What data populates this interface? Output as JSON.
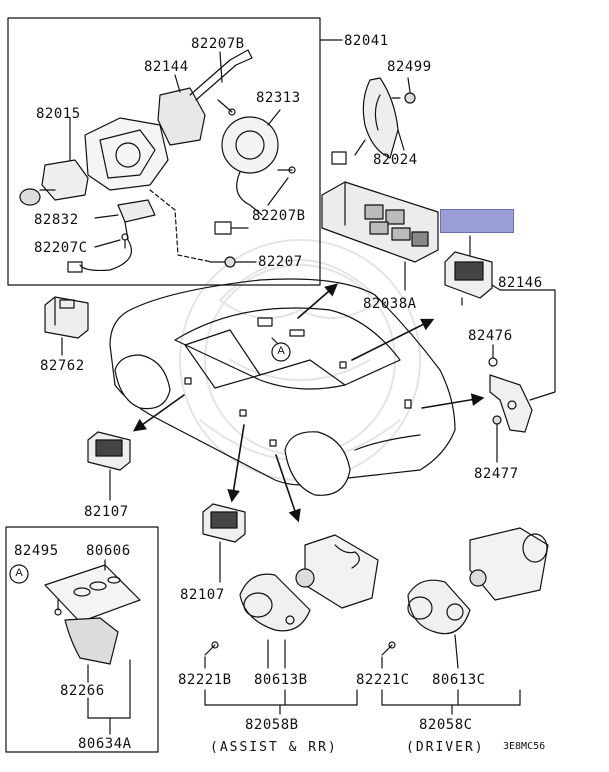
{
  "diagram": {
    "parts": {
      "p82041": "82041",
      "p82207b_a": "82207B",
      "p82144": "82144",
      "p82313": "82313",
      "p82015": "82015",
      "p82207b_b": "82207B",
      "p82832": "82832",
      "p82207c": "82207C",
      "p82207": "82207",
      "p82499": "82499",
      "p82024": "82024",
      "p82038a": "82038A",
      "p82146": "82146",
      "p82476": "82476",
      "p82477": "82477",
      "p82762": "82762",
      "p82107_a": "82107",
      "p82107_b": "82107",
      "p82495": "82495",
      "p80606": "80606",
      "p82266": "82266",
      "p80634a": "80634A",
      "p82221b": "82221B",
      "p80613b": "80613B",
      "p82058b": "82058B",
      "p82221c": "82221C",
      "p80613c": "80613C",
      "p82058c": "82058C"
    },
    "captions": {
      "assist": "(ASSIST & RR)",
      "driver": "(DRIVER)"
    },
    "callout_a1": "A",
    "callout_a2": "A",
    "diagram_code": "3E8MC56",
    "highlight_color": "#9a9fd6",
    "line_color": "#111111"
  }
}
